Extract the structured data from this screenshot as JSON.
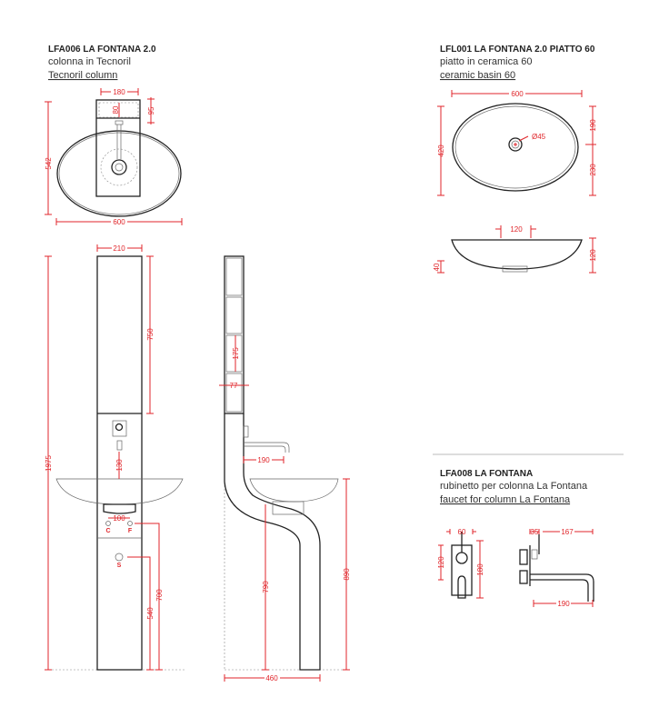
{
  "column": {
    "code": "LFA006 LA FONTANA 2.0",
    "subtitle_it": "colonna in Tecnoril",
    "subtitle_en": "Tecnoril column",
    "dims": {
      "top_width": "180",
      "top_depth": "95",
      "top_inner": "80",
      "height_plan": "542",
      "width_plan": "600",
      "col_width": "210",
      "total_height": "1975",
      "shelf_height": "750",
      "faucet_to_basin": "130",
      "bracket": "100",
      "supply_height": "700",
      "waste_height": "540",
      "cabinet_depth": "77",
      "shelf_spacing": "175",
      "spout_reach": "190",
      "basin_height": "890",
      "bracket_height": "790",
      "base_depth": "460"
    },
    "labels": {
      "hot": "C",
      "cold": "F",
      "waste": "S"
    }
  },
  "basin": {
    "code": "LFL001 LA FONTANA 2.0 PIATTO 60",
    "subtitle_it": "piatto in ceramica 60",
    "subtitle_en": "ceramic basin 60",
    "dims": {
      "width": "600",
      "depth": "420",
      "front": "190",
      "back": "230",
      "drain": "Ø45",
      "drain_width": "120",
      "height": "120",
      "drain_drop": "40"
    }
  },
  "faucet": {
    "code": "LFA008 LA FONTANA",
    "subtitle_it": "rubinetto per colonna La Fontana",
    "subtitle_en": "faucet for column La Fontana",
    "dims": {
      "plate_width": "60",
      "lever_spacing": "120",
      "plate_height": "180",
      "depth": "35",
      "reach_top": "167",
      "reach": "190"
    }
  },
  "colors": {
    "dimension": "#e0262b",
    "outline": "#222222"
  }
}
